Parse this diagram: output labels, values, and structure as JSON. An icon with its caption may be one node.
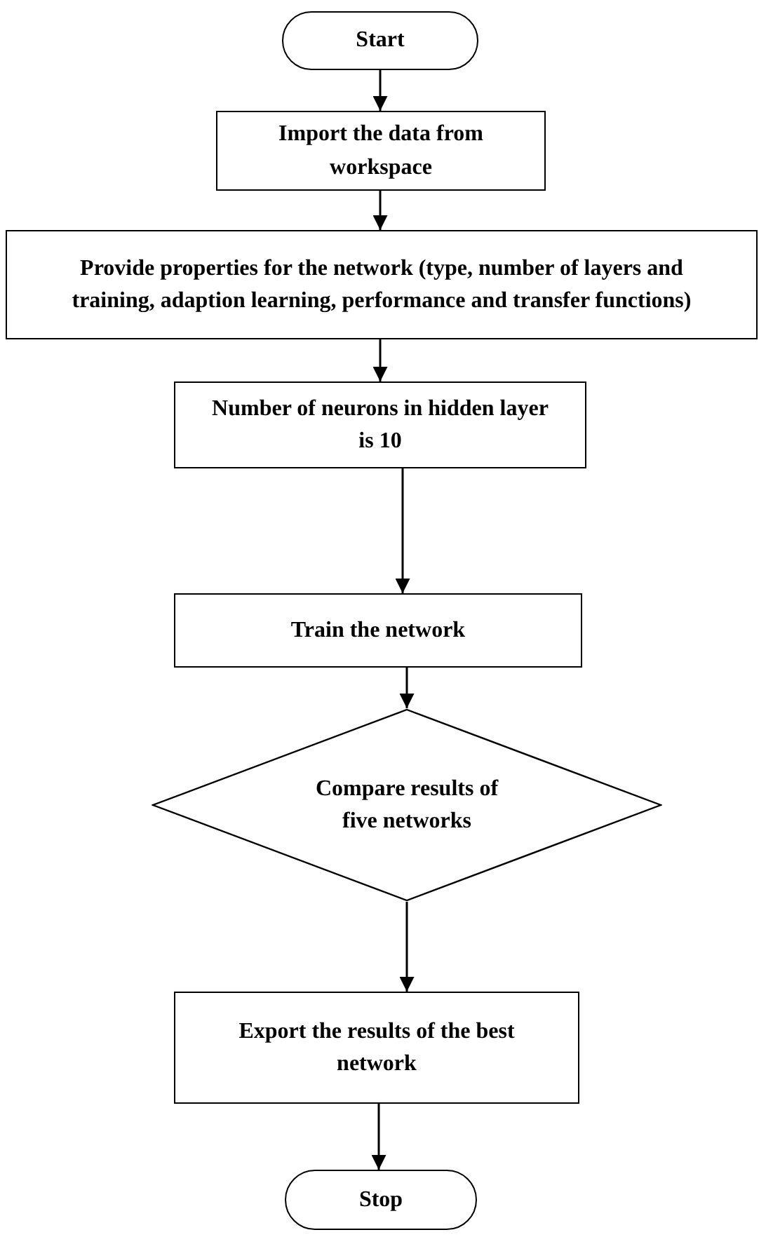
{
  "diagram": {
    "nodes": [
      {
        "text": [
          "Start"
        ]
      },
      {
        "text": [
          "Import the data from workspace"
        ]
      },
      {
        "text": [
          "Provide properties for the network (type, number of layers and training, adaption learning, performance and transfer functions)"
        ]
      },
      {
        "text": [
          "Number of neurons in hidden layer is 10"
        ]
      },
      {
        "text": [
          "Train the network"
        ]
      },
      {
        "text": [
          "Compare results of five networks"
        ]
      },
      {
        "text": [
          "Export the results of the best network"
        ]
      },
      {
        "text": [
          "Stop"
        ]
      }
    ],
    "edges": [
      {
        "from": 0,
        "to": 1,
        "arrow": "to"
      },
      {
        "from": 1,
        "to": 2,
        "arrow": "to"
      },
      {
        "from": 2,
        "to": 3,
        "arrow": "to"
      },
      {
        "from": 3,
        "to": 4,
        "arrow": "to"
      },
      {
        "from": 4,
        "to": 5,
        "arrow": "to"
      },
      {
        "from": 5,
        "to": 6,
        "arrow": "to"
      },
      {
        "from": 6,
        "to": 7,
        "arrow": "to"
      }
    ]
  }
}
